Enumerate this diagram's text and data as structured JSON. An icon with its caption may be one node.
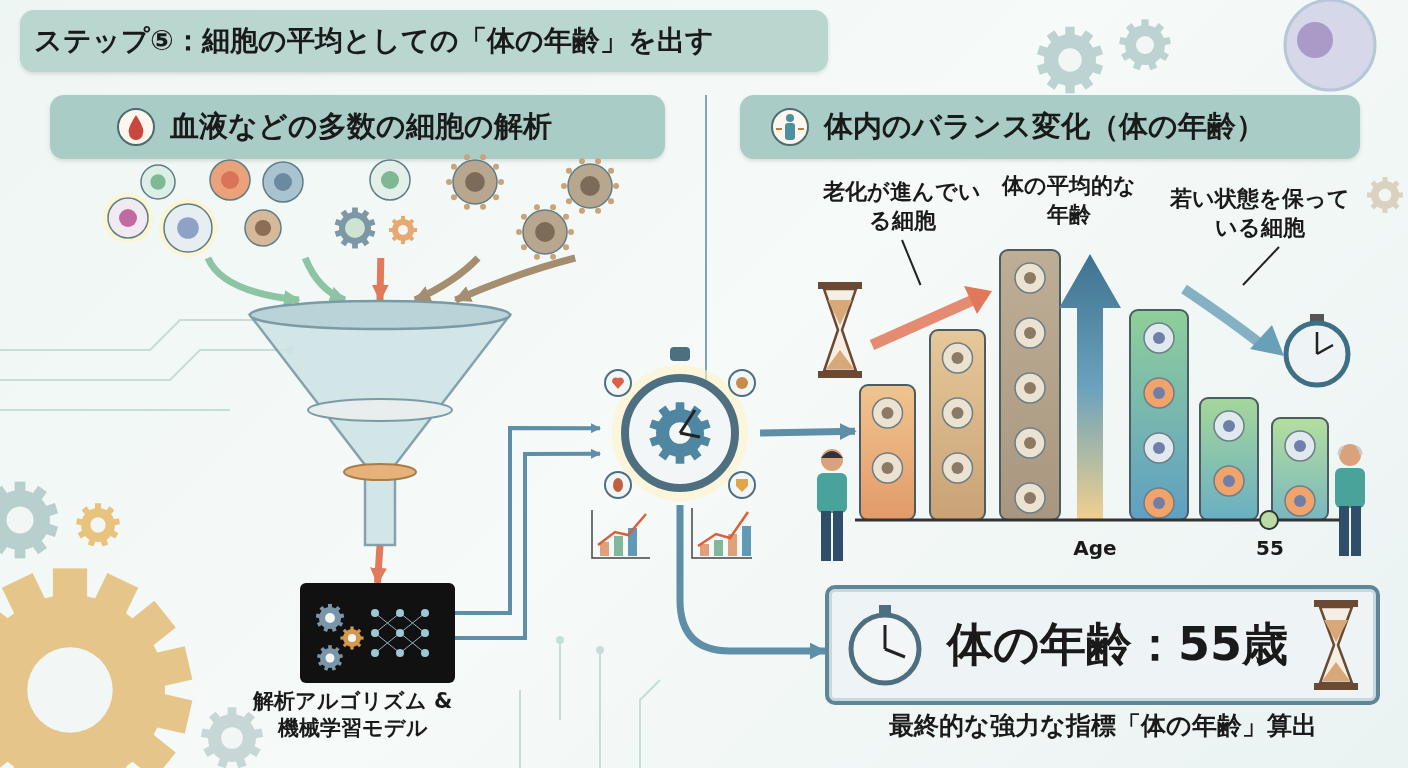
{
  "diagram": {
    "title": "ステップ⑤：細胞の平均としての「体の年齢」を出す",
    "nodes": [
      {
        "text": [
          "血液などの多数の細胞の解析"
        ]
      },
      {
        "text": [
          "体内のバランス変化（体の年齢）"
        ]
      },
      {
        "text": [],
        "shape": "picture"
      },
      {
        "text": [],
        "shape": "picture"
      },
      {
        "text": [],
        "shape": "picture",
        "beside": [
          "解析アルゴリズム &機械学習モデル"
        ]
      },
      {
        "text": [],
        "shape": "picture"
      },
      {
        "text": [],
        "shape": "picture"
      },
      {
        "text": [
          "体の年齢：55歳"
        ],
        "beside": [
          "最終的な強力な指標「体の年齢」算出"
        ]
      },
      {
        "text": [
          "老化が進んでいる細胞"
        ]
      },
      {
        "text": [
          "若い状態を保っている細胞"
        ]
      },
      {
        "text": [],
        "shape": "arrow",
        "in": 6
      },
      {
        "text": [],
        "shape": "arrow",
        "in": 6
      }
    ],
    "edges": [
      {
        "from": 2,
        "to": 3,
        "arrow": "to",
        "color": "#8cc4a4"
      },
      {
        "from": 2,
        "to": 3,
        "arrow": "to",
        "color": "#8cc4a4"
      },
      {
        "from": 2,
        "to": 3,
        "arrow": "to",
        "color": "#e07a5a"
      },
      {
        "from": 2,
        "to": 3,
        "arrow": "to",
        "color": "#a58d6f"
      },
      {
        "from": 2,
        "to": 3,
        "arrow": "to",
        "color": "#a58d6f"
      },
      {
        "from": 3,
        "to": 4,
        "arrow": "to",
        "color": "#e07a5a"
      },
      {
        "from": 4,
        "to": 5,
        "arrow": "to"
      },
      {
        "from": 4,
        "to": 5,
        "arrow": "to"
      },
      {
        "from": 5,
        "to": 6,
        "arrow": "to"
      },
      {
        "from": 5,
        "to": 7,
        "arrow": "to"
      },
      {
        "from": 8,
        "to": 10,
        "arrow": "none",
        "color": "#222222"
      },
      {
        "from": 9,
        "to": 11,
        "arrow": "none",
        "color": "#222222"
      }
    ],
    "labels": [
      "体の平均的な年齢",
      "Age",
      "55"
    ]
  }
}
